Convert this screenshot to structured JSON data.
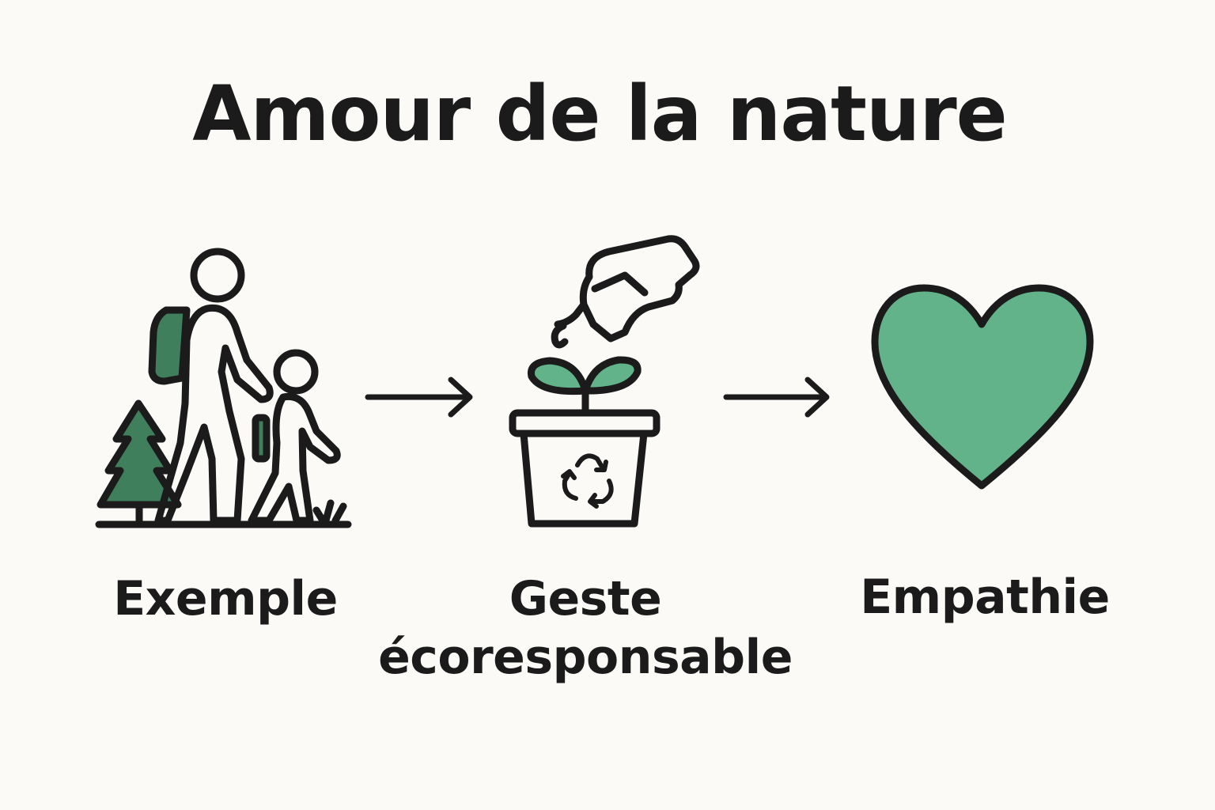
{
  "title": "Amour de la nature",
  "steps": [
    {
      "label": "Exemple",
      "icon": "family-hiking-icon"
    },
    {
      "label_line1": "Geste",
      "label_line2": "écoresponsable",
      "icon": "planting-recycle-pot-icon"
    },
    {
      "label": "Empathie",
      "icon": "heart-icon"
    }
  ],
  "colors": {
    "background": "#fbfaf7",
    "stroke": "#1b1b1b",
    "dark_green": "#3f7f5c",
    "light_green": "#62b38a"
  }
}
